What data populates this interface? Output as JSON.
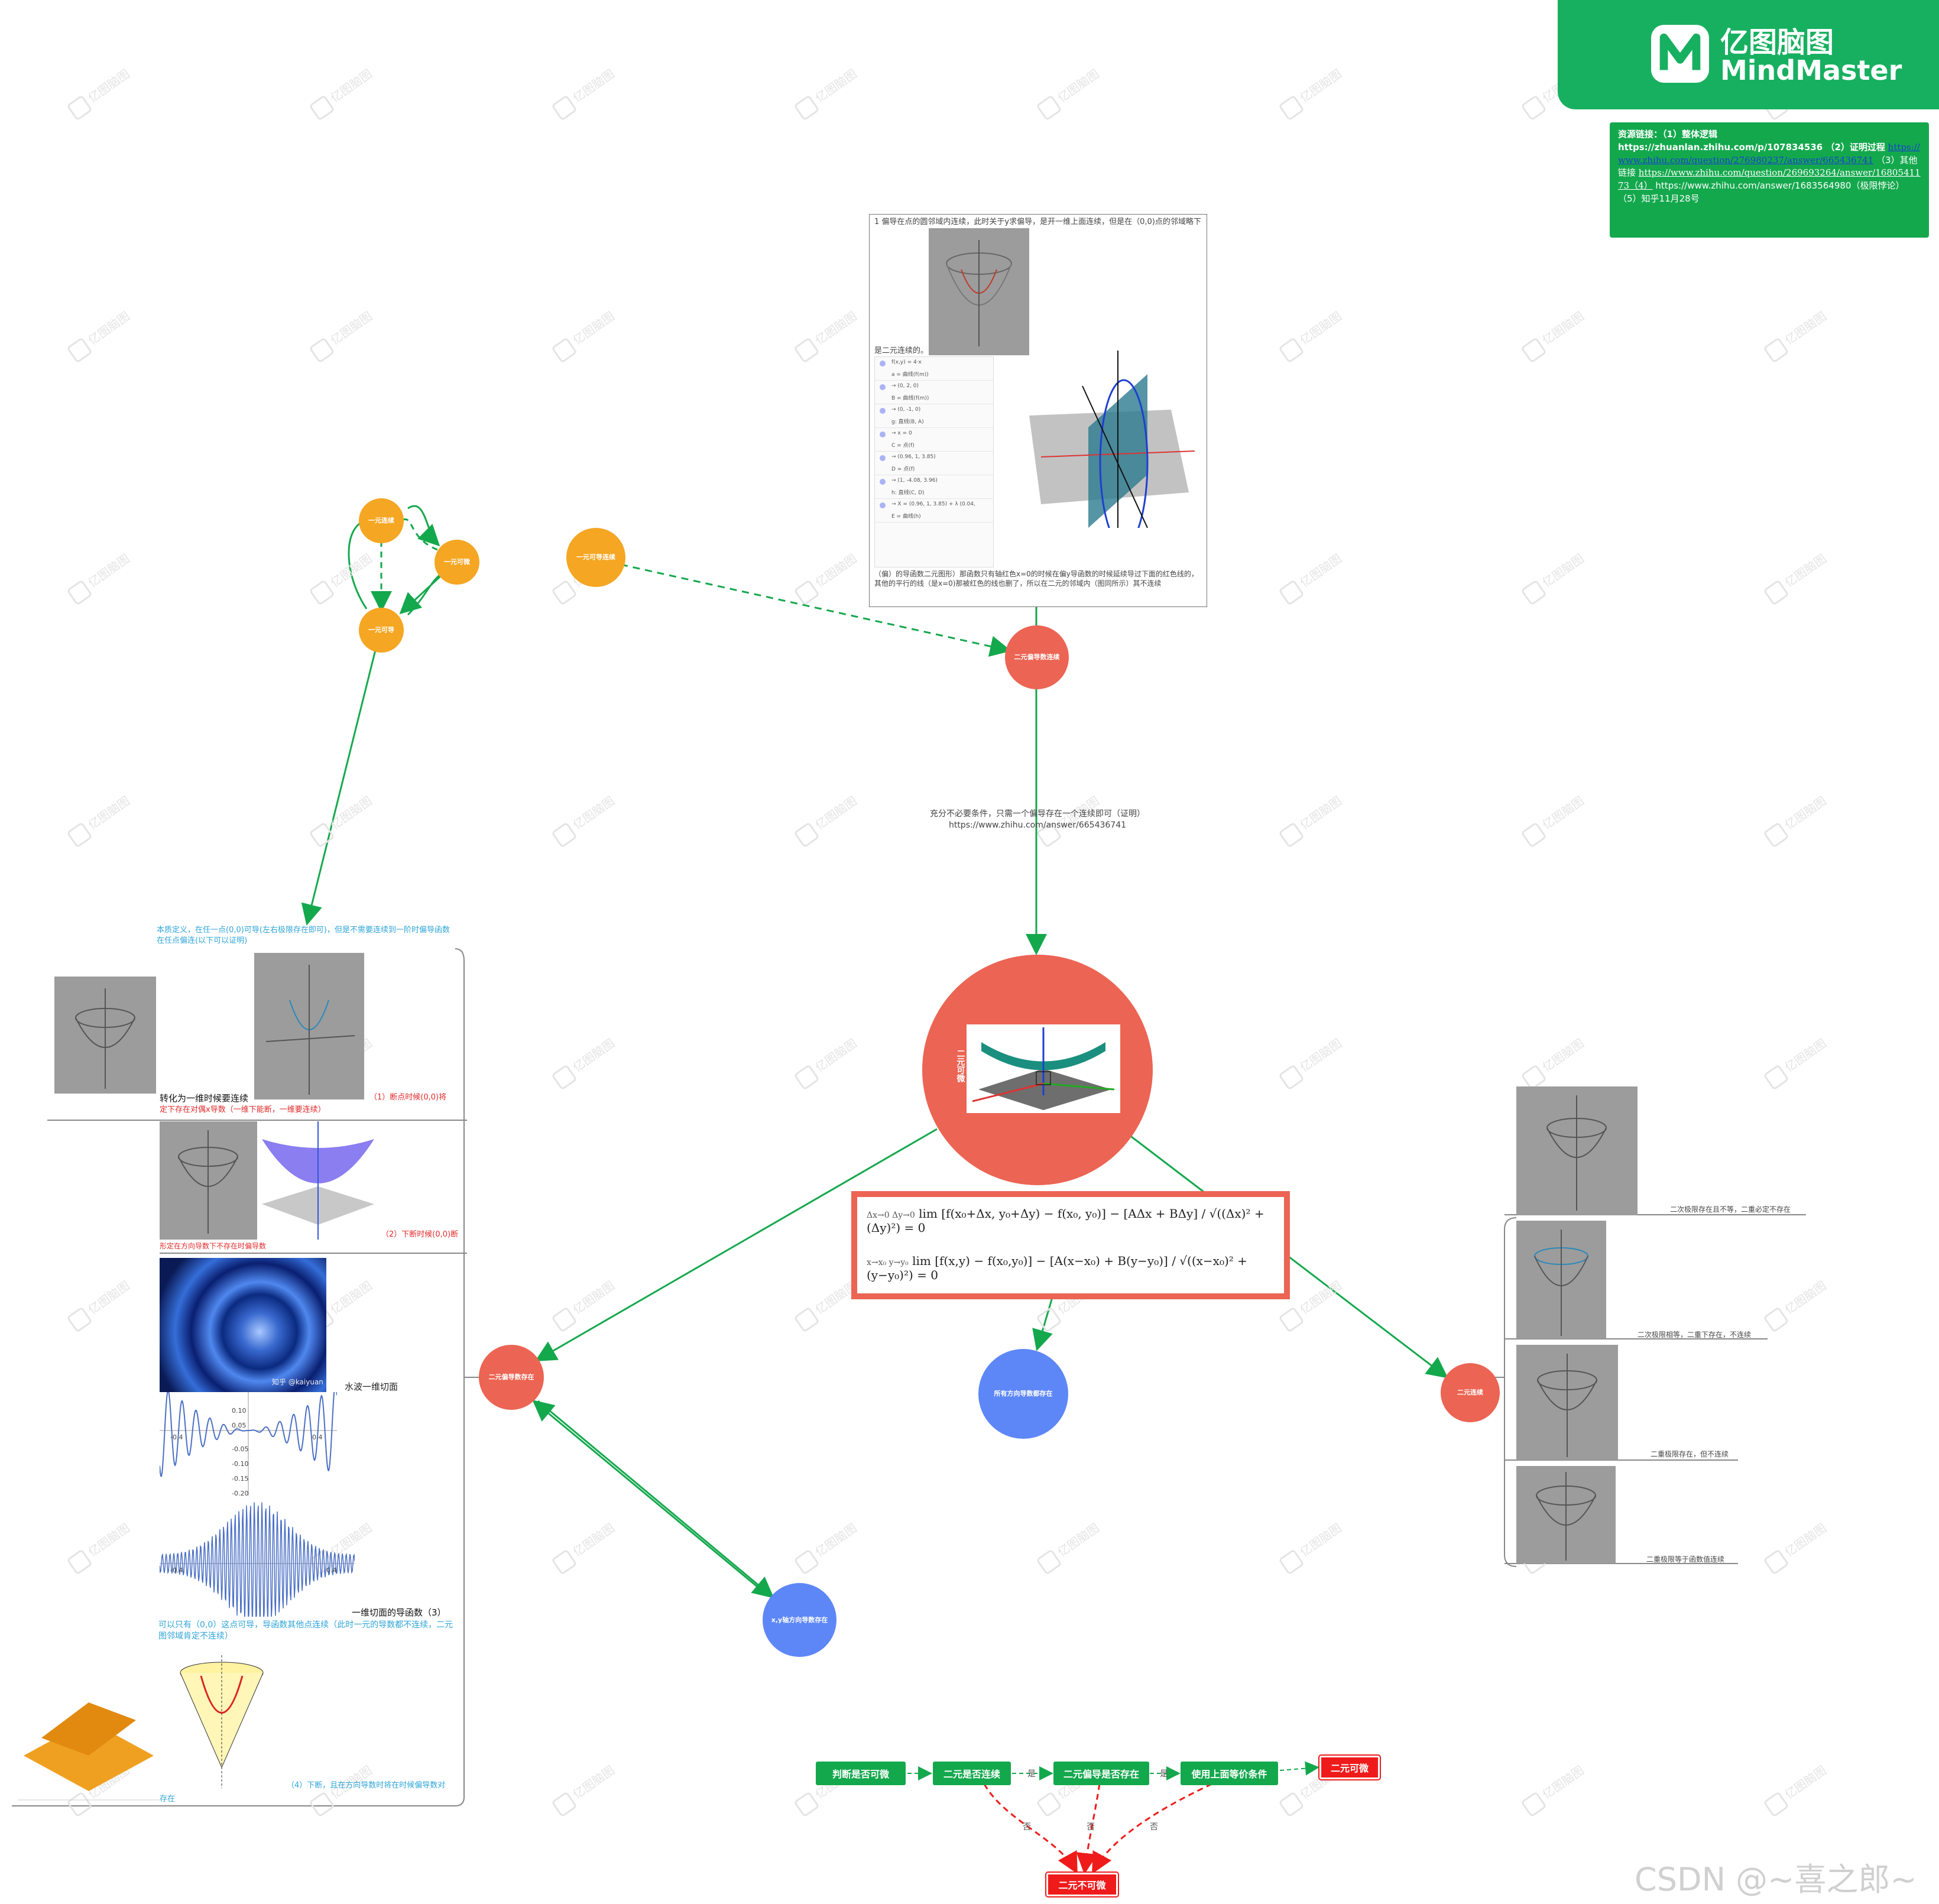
{
  "brand": {
    "name_cn": "亿图脑图",
    "name_en": "MindMaster",
    "color": "#17b060"
  },
  "resource_note": {
    "lead": "资源链接：（1）整体逻辑https://zhuanlan.zhihu.com/p/107834536 （2）证明过程",
    "link1": "https://www.zhihu.com/question/276980237/answer/665436741",
    "mid": "（3）其他链接",
    "link2": "https://www.zhihu.com/question/269693264/answer/1680541173（4）",
    "tail": "https://www.zhihu.com/answer/1683564980（极限悖论） （5）知乎11月28号"
  },
  "nodes": {
    "o_continuous": "一元连续",
    "o_derivable": "一元可导",
    "o_differentiable": "一元可微",
    "o_partial_cont": "一元可导连续",
    "partial_continuity": "二元偏导数连续",
    "center": "二元可微",
    "all_dir": "所有方向导数都存在",
    "xy_partial": "x,y轴方向导数存在",
    "partial_exists": "二元偏导数存在",
    "bi_continuous": "二元连续"
  },
  "top_note": {
    "text1": "1 偏导在点的圆邻域内连续，此时关于y求偏导，是开一维上面连续，但是在（0,0)点的邻域略下",
    "text2": "是二元连续的。",
    "text3": "（偏）的导函数二元图形）那函数只有轴红色x=0的时候在偏y导函数的时候延续导过下面的红色线的，其他的平行的线（是x=0)那被红色的线也删了，所以在二元的邻域内（图同所示）其不连续",
    "geo_rows": [
      "f(x,y) = 4·x",
      "a = 曲线(f(m))",
      "→ (0, 2, 0)",
      "B = 曲线(f(m))",
      "→ (0, -1, 0)",
      "g: 直线(B, A)",
      "→ x = 0",
      "C = 点(f)",
      "→ (0.96, 1, 3.85)",
      "D = 点(f)",
      "→ (1, -4.08, 3.96)",
      "h: 直线(C, D)",
      "→ X = (0.96, 1, 3.85) + λ (0.04,",
      "E = 曲线(h)"
    ]
  },
  "mid_edge_label": "充分不必要条件，只需一个偏导存在一个连续即可（证明）https://www.zhihu.com/answer/665436741",
  "formula": {
    "line1": "lim [f(x₀+Δx, y₀+Δy) − f(x₀, y₀)] − [AΔx + BΔy] / √((Δx)² + (Δy)²) = 0",
    "line2": "lim [f(x,y) − f(x₀,y₀)] − [A(x−x₀) + B(y−y₀)] / √((x−x₀)² + (y−y₀)²) = 0",
    "lim1_sub": "Δx→0 Δy→0",
    "lim2_sub": "x→x₀ y→y₀"
  },
  "left_notes": {
    "n0": "本质定义，在任一点(0,0)可导(左右极限存在即可)，但是不需要连续到一阶时偏导函数在任点偏连(以下可以证明)",
    "n1": "（1）断点时候(0,0)将",
    "n1b": "转化为一维时候要连续",
    "n1c": "定下存在对偶x导数（一维下能断，一维要连续）",
    "n2a": "形定在方向导数下不存在时偏导数",
    "n2b": "（2）下断时候(0,0)断",
    "n3": "水波一维切面",
    "n3b": "知乎 @kaiyuan",
    "n4a": "一维切面的导函数（3）",
    "n4b": "可以只有（0,0）这点可导，导函数其他点连续（此时一元的导数都不连续，二元图邻域肯定不连续）",
    "n5": "（4）下断，且在方向导数时将在时候偏导数对",
    "n5b": "存在",
    "plot1_ticks": [
      "0.10",
      "0.05",
      "-0.05",
      "-0.10",
      "-0.15",
      "-0.20"
    ],
    "plot1_xticks": [
      "-0.4",
      "0.4"
    ],
    "plot2_xticks": [
      "-0.4",
      "0.4"
    ]
  },
  "right_notes": {
    "r1": "二次极限存在且不等，二重必定不存在",
    "r2": "二次极限相等，二重下存在，不连续",
    "r3": "二重极限存在，但不连续",
    "r4": "二重极限等于函数值连续"
  },
  "flow": {
    "b1": "判断是否可微",
    "b2": "二元是否连续",
    "b3": "二元偏导是否存在",
    "b4": "使用上面等价条件",
    "ok": "二元可微",
    "no": "二元不可微",
    "yes": "是",
    "neg": "否"
  },
  "watermark": "CSDN @~喜之郎~",
  "wm_text": "亿图脑图"
}
